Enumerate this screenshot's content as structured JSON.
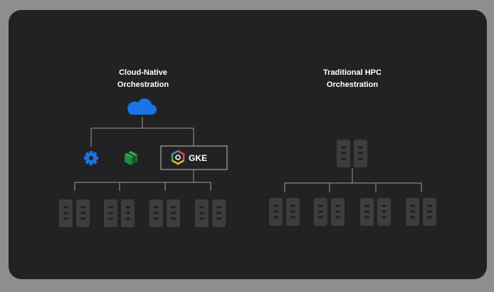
{
  "left_panel": {
    "title_line1": "Cloud-Native",
    "title_line2": "Orchestration",
    "icons": [
      "cloud-icon",
      "gear-icon",
      "package-icon",
      "gke-logo-icon"
    ],
    "gke_label": "GKE"
  },
  "right_panel": {
    "title_line1": "Traditional HPC",
    "title_line2": "Orchestration"
  },
  "colors": {
    "background": "#222224",
    "lines": "#9a9a9a",
    "server": "#3b3d3f",
    "cloud_blue": "#1a73e8",
    "gear_blue": "#1a73e8",
    "package_green": "#1e8e3e"
  }
}
